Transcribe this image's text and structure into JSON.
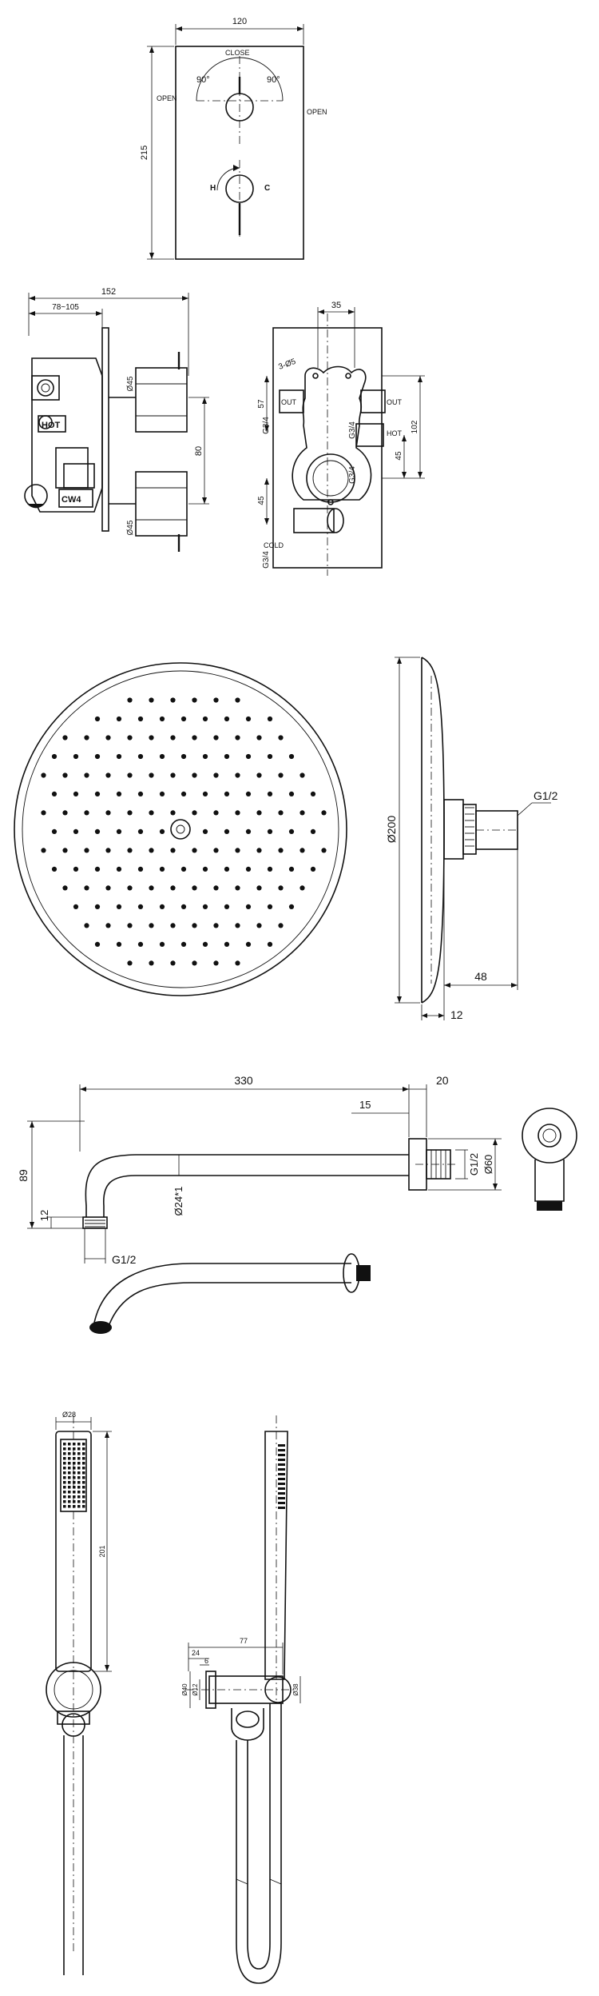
{
  "valve_front": {
    "width_dim": "120",
    "height_dim": "215",
    "close_label": "CLOSE",
    "open_left": "OPEN",
    "open_right": "OPEN",
    "angle_left": "90°",
    "angle_right": "90°",
    "hot_letter": "H",
    "cold_letter": "C"
  },
  "valve_side": {
    "depth_dim": "152",
    "range_dim": "78~105",
    "dia_top": "Ø45",
    "dia_bottom": "Ø45",
    "spacing_dim": "80",
    "hot_label": "HOT",
    "cw_label": "CW4"
  },
  "valve_back": {
    "width_dim": "35",
    "holes_label": "3-Ø5",
    "out_left": "OUT",
    "out_right": "OUT",
    "thread_left": "G3/4",
    "thread_right": "G3/4",
    "thread_mid": "G3/4",
    "thread_bottom": "G3/4",
    "dim_57": "57",
    "dim_45_left": "45",
    "dim_45_right": "45",
    "dim_102": "102",
    "hot_label": "HOT",
    "cold_label": "COLD"
  },
  "shower_head": {
    "diameter": "Ø200",
    "thread": "G1/2",
    "depth_dim": "48",
    "thickness_dim": "12"
  },
  "shower_arm": {
    "length_dim": "330",
    "flange_dim": "20",
    "dim_15": "15",
    "drop_dim": "89",
    "end_dim": "12",
    "pipe_dia": "Ø24*1",
    "thread_bottom": "G1/2",
    "thread_side": "G1/2",
    "flange_dia": "Ø60"
  },
  "hand_shower": {
    "head_dia": "Ø28",
    "length_dim": "201",
    "holder_dim_24": "24",
    "holder_dim_6": "6",
    "holder_dim_77": "77",
    "holder_dia_12": "Ø12",
    "holder_dia_40": "Ø40",
    "holder_dia_38": "Ø38"
  }
}
